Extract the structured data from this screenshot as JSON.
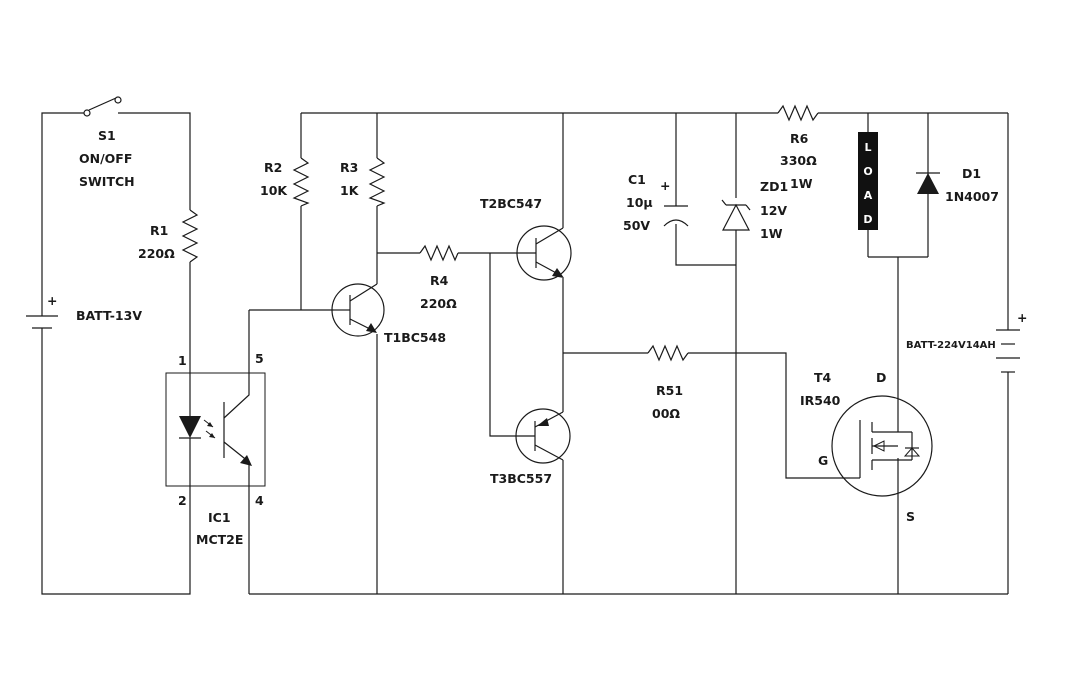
{
  "labels": {
    "s1": "S1",
    "s1_line2": "ON/OFF",
    "s1_line3": "SWITCH",
    "r1": "R1",
    "r1_val": "220Ω",
    "batt1": "BATT-13V",
    "ic_pin1": "1",
    "ic_pin2": "2",
    "ic_pin4": "4",
    "ic_pin5": "5",
    "ic1": "IC1",
    "ic1_val": "MCT2E",
    "r2": "R2",
    "r2_val": "10K",
    "r3": "R3",
    "r3_val": "1K",
    "t1": "T1BC548",
    "r4": "R4",
    "r4_val": "220Ω",
    "t2": "T2BC547",
    "t3": "T3BC557",
    "c1": "C1",
    "c1_val1": "10µ",
    "c1_val2": "50V",
    "c1_plus": "+",
    "zd1": "ZD1",
    "zd1_val1": "12V",
    "zd1_val2": "1W",
    "r6": "R6",
    "r6_val1": "330Ω",
    "r6_val2": "1W",
    "r5": "R51",
    "r5_val": "00Ω",
    "load": [
      "L",
      "O",
      "A",
      "D"
    ],
    "d1": "D1",
    "d1_val": "1N4007",
    "t4": "T4",
    "t4_val": "IR540",
    "t4_d": "D",
    "t4_g": "G",
    "t4_s": "S",
    "batt2": "BATT-224V14AH",
    "batt2_plus": "+",
    "batt1_plus": "+"
  }
}
